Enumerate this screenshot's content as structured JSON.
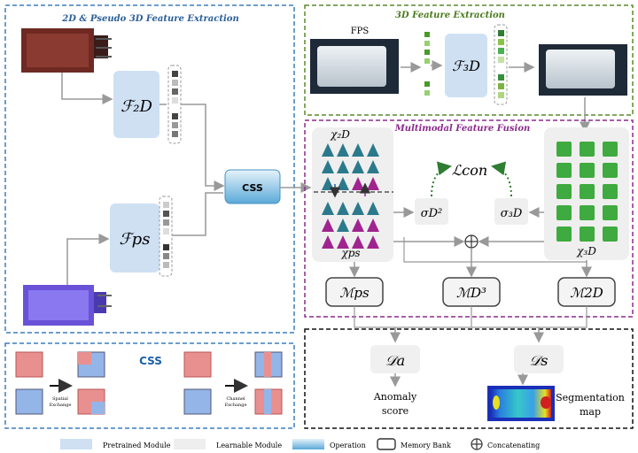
{
  "sections": {
    "feature_2d": "2D & Pseudo 3D  Feature Extraction",
    "feature_3d": "3D  Feature Extraction",
    "fusion": "Multimodal Feature Fusion",
    "css": "CSS"
  },
  "labels": {
    "fps": "FPS",
    "css_box": "CSS",
    "anomaly_line1": "Anomaly",
    "anomaly_line2": "score",
    "seg_line1": "Segmentation",
    "seg_line2": "map",
    "spatial_line1": "Spatial",
    "spatial_line2": "Exchange",
    "channel_line1": "Channel",
    "channel_line2": "Exchange"
  },
  "math": {
    "f2d": "ℱ₂D",
    "fps": "ℱps",
    "f3d": "ℱ₃D",
    "chi2d": "χ₂D",
    "chips": "χps",
    "chi3d": "χ₃D",
    "lcon": "ℒcon",
    "sigma_d2": "σD²",
    "sigma_3d": "σ₃D",
    "m_ps": "ℳps",
    "m_d3": "ℳD³",
    "m_2d": "ℳ2D",
    "d_a": "𝒟a",
    "d_s": "𝒟s"
  },
  "legend": {
    "pretrained": "Pretrained Module",
    "learnable": "Learnable Module",
    "operation": "Operation",
    "memory": "Memory Bank",
    "concat": "Concatenating"
  },
  "colors": {
    "blue_border": "#3a7ebf",
    "green_border": "#5a8a2c",
    "purple_border": "#8b2b8b",
    "pretrained_fill": "#cfe0f3",
    "teal": "#2b7a8c",
    "magenta": "#a0248f",
    "green_cube": "#3faa3f"
  }
}
